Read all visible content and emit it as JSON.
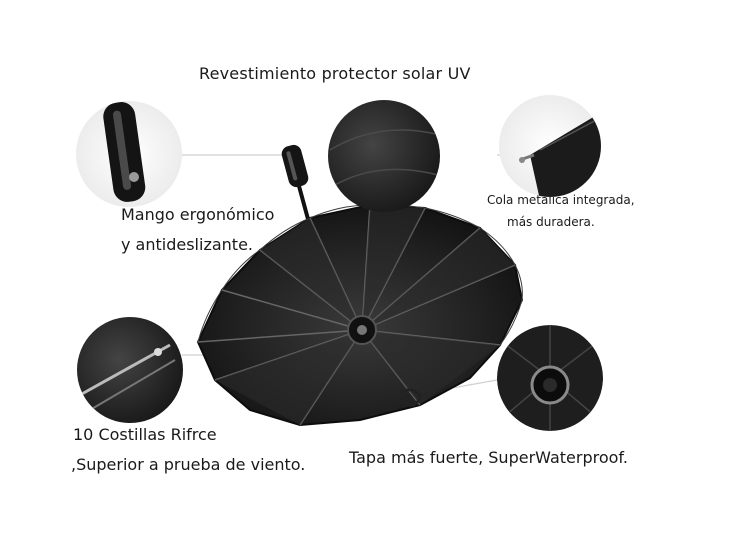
{
  "labels": {
    "uv_coating": "Revestimiento protector solar UV",
    "handle_line1": "Mango ergonómico",
    "handle_line2": "y antideslizante.",
    "tail_line1": "Cola metálica integrada,",
    "tail_line2": "más duradera.",
    "ribs_line1": "10 Costillas Rifrce",
    "ribs_line2": ",Superior a prueba de viento.",
    "cap": "Tapa más fuerte, SuperWaterproof."
  },
  "colors": {
    "canopy": "#1c1c1c",
    "canopy_inner": "#2a2a2a",
    "circle_bg": "#f0f0f0",
    "callout_line": "#c8c8c8",
    "text": "#1a1a1a"
  },
  "icons": {
    "handle_detail": "umbrella-handle-icon",
    "fabric_detail": "fabric-closeup-icon",
    "tail_detail": "metal-tip-icon",
    "rib_detail": "rib-joint-icon",
    "cap_detail": "top-cap-icon"
  }
}
